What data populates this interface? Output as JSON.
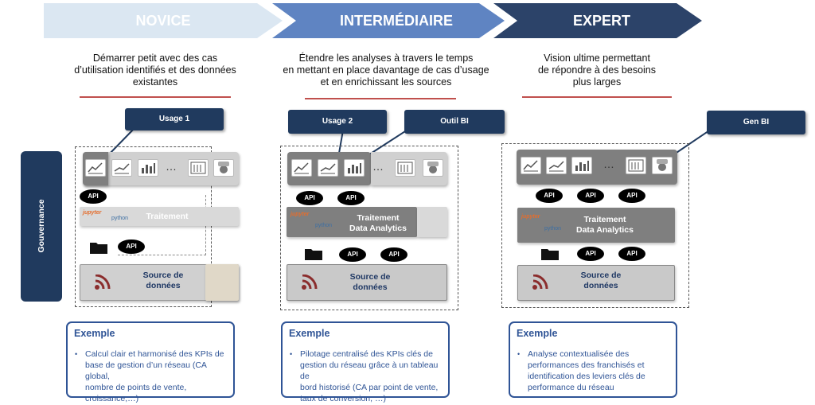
{
  "stages": [
    {
      "label": "NOVICE",
      "color": "#dbe7f2",
      "text_color": "#ffffff"
    },
    {
      "label": "INTERMÉDIAIRE",
      "color": "#5f84c2",
      "text_color": "#ffffff"
    },
    {
      "label": "EXPERT",
      "color": "#2c4369",
      "text_color": "#ffffff"
    }
  ],
  "descriptions": [
    [
      "Démarrer petit avec des cas",
      "d’utilisation identifiés et des données",
      "existantes"
    ],
    [
      "Étendre les analyses à travers le temps",
      "en mettant en place davantage de cas d’usage",
      "et en enrichissant les sources"
    ],
    [
      "Vision ultime permettant",
      "de répondre à des besoins",
      "plus larges"
    ]
  ],
  "callouts": {
    "usage1": "Usage 1",
    "usage2": "Usage 2",
    "outil_bi": "Outil BI",
    "gen_bi": "Gen BI"
  },
  "governance": "Gouvernance",
  "api_label": "API",
  "dots": "…",
  "jupyter_label": "jupyter",
  "python_label": "python",
  "traitement_simple": "Traitement",
  "traitement_line1": "Traitement",
  "traitement_line2": "Data Analytics",
  "source_line1": "Source de",
  "source_line2": "données",
  "examples": [
    {
      "title": "Exemple",
      "text": [
        "Calcul clair et harmonisé des KPIs de",
        "base de gestion d’un réseau (CA global,",
        "nombre de points de vente,",
        "croissance,…)"
      ]
    },
    {
      "title": "Exemple",
      "text": [
        "Pilotage centralisé des KPIs clés de",
        "gestion du réseau grâce à un tableau de",
        "bord historisé (CA par point de vente,",
        "taux de conversion, …)"
      ]
    },
    {
      "title": "Exemple",
      "text": [
        "Analyse contextualisée des",
        "performances des franchisés et",
        "identification des leviers clés de",
        "performance du réseau"
      ]
    }
  ],
  "colors": {
    "navy": "#203a5e",
    "accent_red": "#c0504d",
    "example_blue": "#2f5496",
    "band_dark": "#7f7f7f",
    "band_light": "#d9d9d9"
  }
}
